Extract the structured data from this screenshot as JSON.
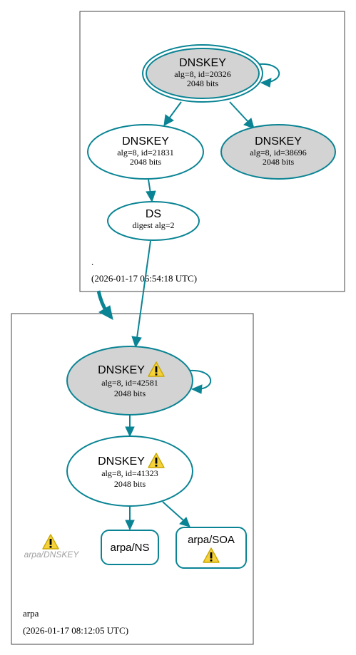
{
  "colors": {
    "edge": "#0a8494",
    "node_grey": "#d3d3d3",
    "zone_border": "#444444",
    "warning_fill": "#f5d23c",
    "warning_stroke": "#c9a800",
    "error_text": "#a0a0a0"
  },
  "root_zone": {
    "label": ".",
    "timestamp": "(2026-01-17 06:54:18 UTC)",
    "nodes": {
      "ksk": {
        "title": "DNSKEY",
        "line1": "alg=8, id=20326",
        "line2": "2048 bits"
      },
      "zsk1": {
        "title": "DNSKEY",
        "line1": "alg=8, id=21831",
        "line2": "2048 bits"
      },
      "zsk2": {
        "title": "DNSKEY",
        "line1": "alg=8, id=38696",
        "line2": "2048 bits"
      },
      "ds": {
        "title": "DS",
        "line1": "digest alg=2"
      }
    }
  },
  "arpa_zone": {
    "label": "arpa",
    "timestamp": "(2026-01-17 08:12:05 UTC)",
    "nodes": {
      "ksk": {
        "title": "DNSKEY",
        "line1": "alg=8, id=42581",
        "line2": "2048 bits",
        "warning_icon": "warning-triangle-icon"
      },
      "zsk": {
        "title": "DNSKEY",
        "line1": "alg=8, id=41323",
        "line2": "2048 bits",
        "warning_icon": "warning-triangle-icon"
      },
      "ns": {
        "title": "arpa/NS"
      },
      "soa": {
        "title": "arpa/SOA",
        "warning_icon": "warning-triangle-icon"
      },
      "dnskey_error": {
        "title": "arpa/DNSKEY",
        "warning_icon": "warning-triangle-icon"
      }
    }
  }
}
